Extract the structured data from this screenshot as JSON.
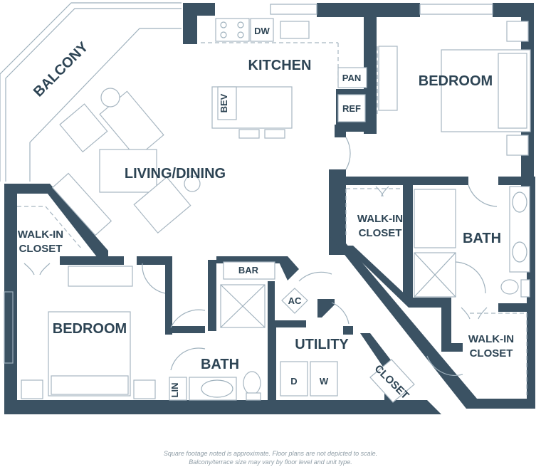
{
  "rooms": {
    "balcony": "BALCONY",
    "kitchen": "KITCHEN",
    "living_dining": "LIVING/DINING",
    "bedroom_main": "BEDROOM",
    "bedroom_second": "BEDROOM",
    "walk_in_closet": [
      "WALK-IN",
      "CLOSET"
    ],
    "bath": "BATH",
    "utility": "UTILITY",
    "closet": "CLOSET"
  },
  "fixtures": {
    "dishwasher": "DW",
    "pantry": "PAN",
    "refrigerator": "REF",
    "beverage": "BEV",
    "bar": "BAR",
    "ac": "AC",
    "dryer": "D",
    "washer": "W",
    "linen": "LIN"
  },
  "footnote": {
    "line1": "Square footage noted is approximate. Floor plans are not depicted to scale.",
    "line2": "Balcony/terrace size may vary by floor level and unit type."
  },
  "colors": {
    "wall": "#3b5263",
    "label": "#2d4454",
    "fixture_line": "#a7b6c1"
  }
}
